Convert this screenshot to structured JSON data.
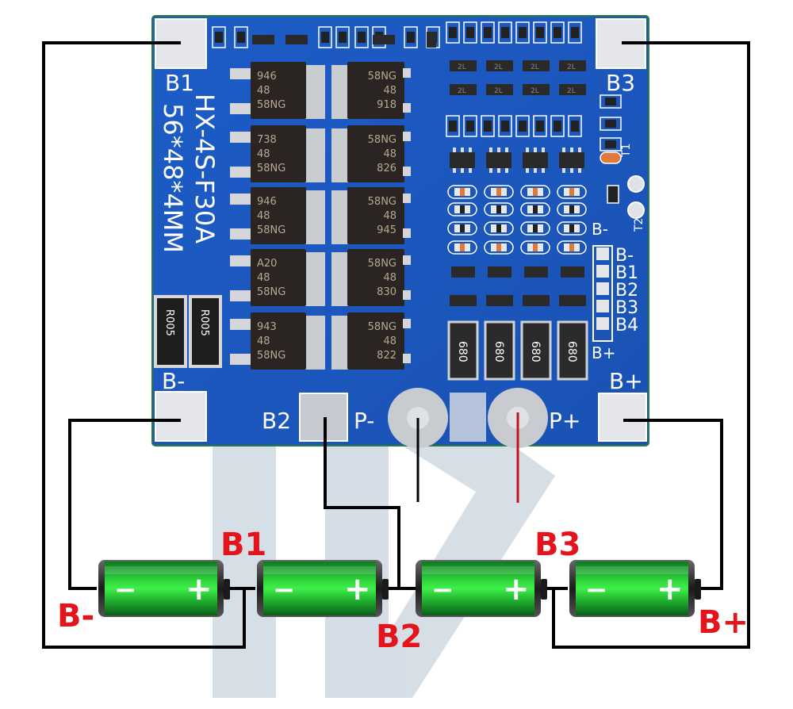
{
  "board": {
    "model": "HX-4S-F30A",
    "dimensions": "56*48*4MM",
    "pads": {
      "b1": "B1",
      "b3": "B3",
      "b_minus": "B-",
      "b_plus": "B+",
      "b2": "B2",
      "p_minus": "P-",
      "p_plus": "P+"
    },
    "header_labels": [
      "B-",
      "B1",
      "B2",
      "B3",
      "B4"
    ],
    "side_b_minus": "B-",
    "side_b_plus": "B+",
    "thermistor_labels": [
      "T1",
      "T2"
    ],
    "mosfets_left": [
      [
        "946",
        "48",
        "58NG"
      ],
      [
        "738",
        "48",
        "58NG"
      ],
      [
        "946",
        "48",
        "58NG"
      ],
      [
        "A20",
        "48",
        "58NG"
      ],
      [
        "943",
        "48",
        "58NG"
      ]
    ],
    "mosfets_right": [
      [
        "58NG",
        "48",
        "918"
      ],
      [
        "58NG",
        "48",
        "826"
      ],
      [
        "58NG",
        "48",
        "945"
      ],
      [
        "58NG",
        "48",
        "830"
      ],
      [
        "58NG",
        "48",
        "822"
      ]
    ],
    "shunt_resistors": [
      "R005",
      "R005"
    ],
    "balance_resistors": [
      "680",
      "680",
      "680",
      "680"
    ],
    "transistor_marking": "2L"
  },
  "diagram": {
    "cells": [
      {
        "neg": "−",
        "pos": "+"
      },
      {
        "neg": "−",
        "pos": "+"
      },
      {
        "neg": "−",
        "pos": "+"
      },
      {
        "neg": "−",
        "pos": "+"
      }
    ],
    "labels": {
      "b_minus": "B-",
      "b1": "B1",
      "b2": "B2",
      "b3": "B3",
      "b_plus": "B+"
    },
    "colors": {
      "pcb": "#1f5fc4",
      "wire": "#000000",
      "p_plus_wire": "#c0141c",
      "label": "#e3141c",
      "cell": "#22c532"
    }
  }
}
